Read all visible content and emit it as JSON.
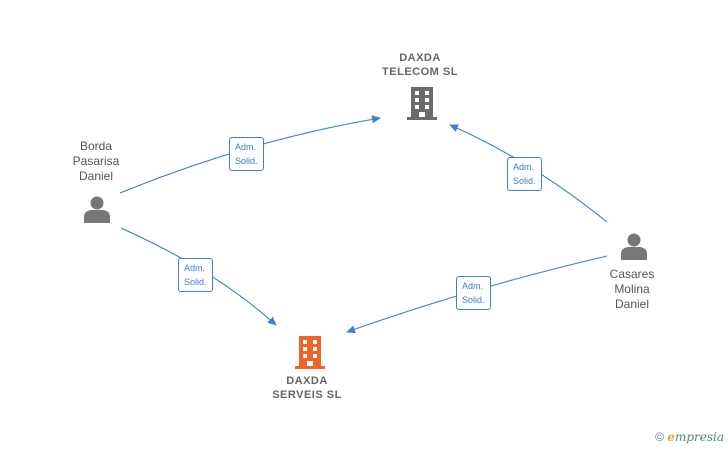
{
  "nodes": {
    "borda": {
      "label": "Borda\nPasarisa\nDaniel",
      "icon": "person-icon"
    },
    "casares": {
      "label": "Casares\nMolina\nDaniel",
      "icon": "person-icon"
    },
    "telecom": {
      "label": "DAXDA\nTELECOM  SL",
      "icon": "building-icon",
      "color": "#6b6b6b"
    },
    "serveis": {
      "label": "DAXDA\nSERVEIS  SL",
      "icon": "building-icon",
      "color": "#f0632b"
    }
  },
  "edges": [
    {
      "from": "Borda Pasarisa Daniel",
      "to": "DAXDA TELECOM SL",
      "label": "Adm.\nSolid."
    },
    {
      "from": "Casares Molina Daniel",
      "to": "DAXDA TELECOM SL",
      "label": "Adm.\nSolid."
    },
    {
      "from": "Borda Pasarisa Daniel",
      "to": "DAXDA SERVEIS SL",
      "label": "Adm.\nSolid."
    },
    {
      "from": "Casares Molina Daniel",
      "to": "DAXDA SERVEIS SL",
      "label": "Adm.\nSolid."
    }
  ],
  "colors": {
    "edge": "#3b7dd8",
    "person": "#777777",
    "label_text": "#555555"
  },
  "footer": {
    "copyright": "©",
    "brand_initial": "e",
    "brand_rest": "mpresia"
  }
}
